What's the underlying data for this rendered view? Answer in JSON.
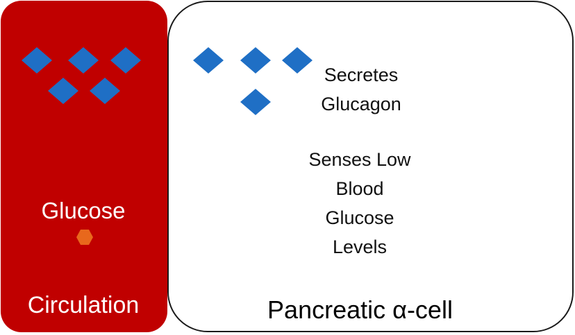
{
  "colors": {
    "circulation_fill": "#c00000",
    "glucagon": "#1f6fc5",
    "glucose": "#e8681c",
    "cell_border": "#1a1a1a",
    "cell_fill": "#ffffff"
  },
  "circulation": {
    "label": "Circulation",
    "glucose_label": "Glucose"
  },
  "cell": {
    "label": "Pancreatic α-cell",
    "secretes_text": "Secretes\nGlucagon",
    "senses_text": "Senses Low\nBlood\nGlucose\nLevels"
  },
  "icons": {
    "glucagon": "blue-diamond",
    "glucose": "orange-hexagon"
  }
}
